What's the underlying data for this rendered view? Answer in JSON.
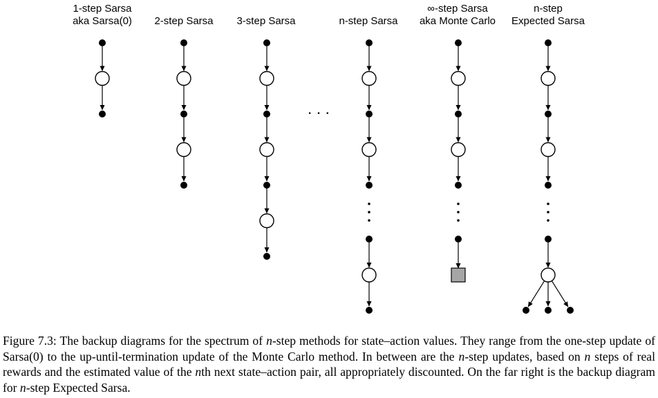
{
  "figure": {
    "columns": [
      {
        "id": "sarsa-1",
        "title_lines": [
          "1-step Sarsa",
          "aka Sarsa(0)"
        ]
      },
      {
        "id": "sarsa-2",
        "title_lines": [
          "2-step Sarsa"
        ]
      },
      {
        "id": "sarsa-3",
        "title_lines": [
          "3-step Sarsa"
        ]
      },
      {
        "id": "sarsa-n",
        "title_lines": [
          "n-step Sarsa"
        ]
      },
      {
        "id": "sarsa-inf",
        "title_lines": [
          "∞-step Sarsa",
          "aka Monte Carlo"
        ]
      },
      {
        "id": "expected-sarsa-n",
        "title_lines": [
          "n-step",
          "Expected Sarsa"
        ]
      }
    ],
    "ellipsis": "· · ·",
    "colors": {
      "action_node": "#000000",
      "state_node_fill": "#ffffff",
      "terminal_fill": "#a6a6a6",
      "stroke": "#000000"
    }
  },
  "caption": {
    "label": "Figure 7.3:",
    "t1": "The backup diagrams for the spectrum of ",
    "n1": "n",
    "t2": "-step methods for state–action values. They range from the one-step update of Sarsa(0) to the up-until-termination update of the Monte Carlo method. In between are the ",
    "n2": "n",
    "t3": "-step updates, based on ",
    "n3": "n",
    "t4": " steps of real rewards and the estimated value of the ",
    "n4": "n",
    "t5": "th next state–action pair, all appropriately discounted. On the far right is the backup diagram for ",
    "n5": "n",
    "t6": "-step Expected Sarsa."
  }
}
